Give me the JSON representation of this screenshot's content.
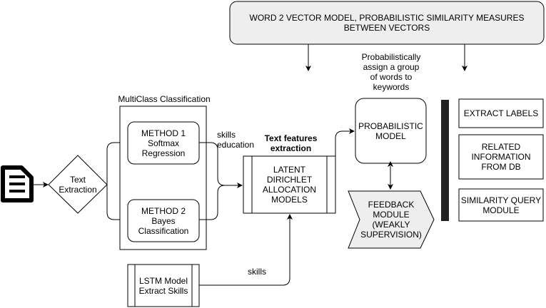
{
  "top_model": {
    "text": "WORD 2 VECTOR MODEL, PROBABILISTIC SIMILARITY MEASURES\nBETWEEN VECTORS"
  },
  "document_icon": {
    "icon": "document-icon"
  },
  "text_extraction": {
    "text": "Text\nExtraction"
  },
  "multiclass": {
    "title": "MultiClass Classification",
    "method1": "METHOD 1\nSoftmax\nRegression",
    "method2": "METHOD 2\nBayes\nClassification"
  },
  "edge_labels": {
    "skills_education": "skills\neducation",
    "skills": "skills",
    "probabilistic_assign": "Probabilistically\nassign a group\nof words to\nkeywords"
  },
  "lda": {
    "heading": "Text features\nextraction",
    "text": "LATENT\nDIRICHLET\nALLOCATION\nMODELS"
  },
  "lstm": {
    "text": "LSTM Model\nExtract Skills"
  },
  "probabilistic_model": {
    "text": "PROBABILISTIC\nMODEL"
  },
  "feedback": {
    "text": "FEEDBACK\nMODULE\n(WEAKLY\nSUPERVISION)"
  },
  "outputs": {
    "extract_labels": "EXTRACT LABELS",
    "related_info": "RELATED\nINFORMATION\nFROM DB",
    "similarity_query": "SIMILARITY QUERY\nMODULE"
  }
}
